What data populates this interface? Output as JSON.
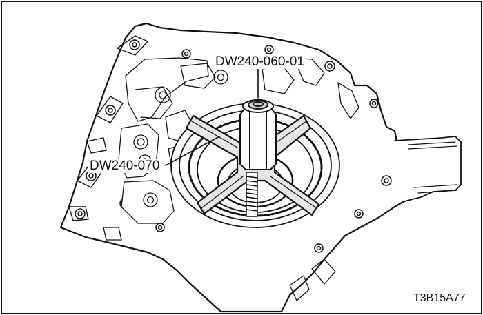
{
  "illustration": {
    "subject": "transaxle case with puller tool installed",
    "colors": {
      "line": "#111111",
      "fill": "#ffffff",
      "tool_fill": "#d9d9d9",
      "shade": "#9a9a9a"
    }
  },
  "callouts": {
    "puller_bolt": "DW240-060-01",
    "puller_adapter": "DW240-070"
  },
  "figure_code": "T3B15A77"
}
